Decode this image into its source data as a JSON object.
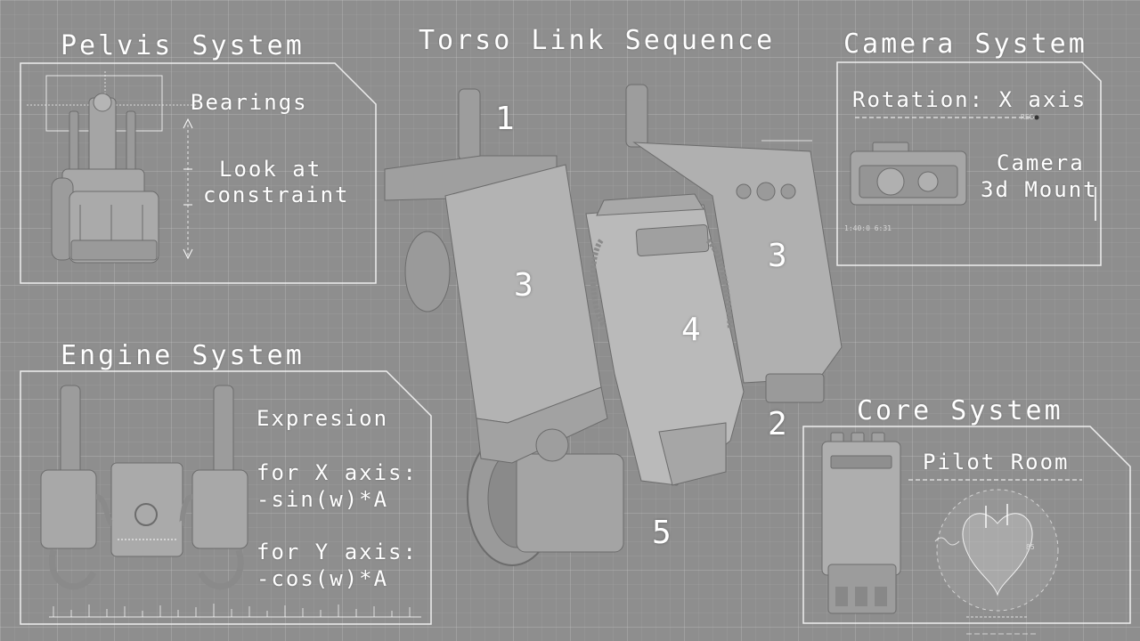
{
  "torso": {
    "title": "Torso Link Sequence",
    "numbers": [
      "1",
      "2",
      "3",
      "3",
      "4",
      "5"
    ]
  },
  "pelvis": {
    "title": "Pelvis System",
    "bearings": "Bearings",
    "constraint_line1": "Look at",
    "constraint_line2": "constraint"
  },
  "camera": {
    "title": "Camera System",
    "rotation": "Rotation: X axis",
    "mount_line1": "Camera",
    "mount_line2": "3d Mount",
    "timecode": "1:40:0 6:31",
    "rec": "REC"
  },
  "engine": {
    "title": "Engine System",
    "expresion": "Expresion",
    "x_label": "for X axis:",
    "x_formula": "-sin(w)*A",
    "y_label": "for Y axis:",
    "y_formula": "-cos(w)*A"
  },
  "core": {
    "title": "Core System",
    "pilot_room": "Pilot Room",
    "readout": "85"
  },
  "colors": {
    "background": "#8e8e8e",
    "hud_line": "#ffffff",
    "model_gray": "#a9a9a9"
  }
}
